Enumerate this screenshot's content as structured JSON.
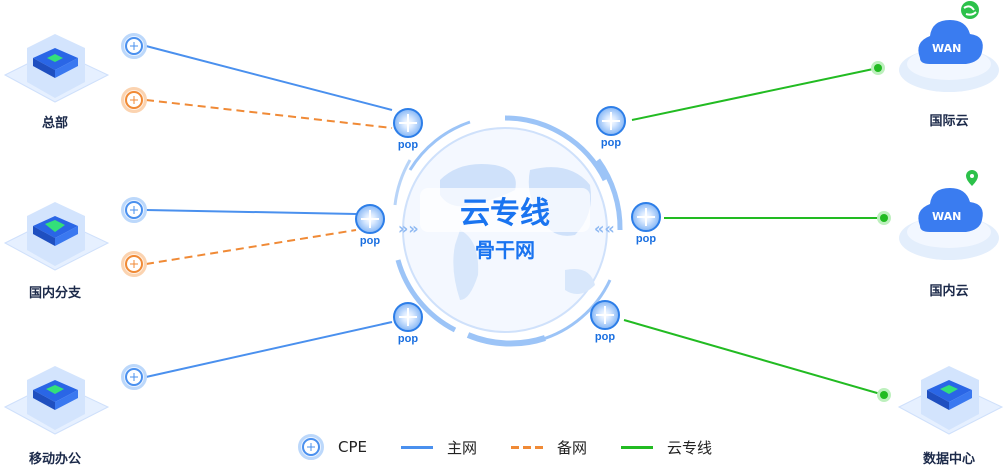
{
  "diagram": {
    "core": {
      "title": "云专线",
      "subtitle": "骨干网"
    },
    "left_nodes": [
      {
        "label": "总部",
        "links": [
          "主网",
          "备网"
        ]
      },
      {
        "label": "国内分支",
        "links": [
          "主网",
          "备网"
        ]
      },
      {
        "label": "移动办公",
        "links": [
          "主网"
        ]
      }
    ],
    "right_nodes": [
      {
        "label": "国际云",
        "badge": "globe-icon"
      },
      {
        "label": "国内云",
        "badge": "location-pin-icon"
      },
      {
        "label": "数据中心",
        "badge": null
      }
    ],
    "cloud_text": "WAN",
    "pop_label": "pop",
    "pop_nodes": [
      "pop",
      "pop",
      "pop",
      "pop",
      "pop",
      "pop"
    ]
  },
  "legend": {
    "cpe": "CPE",
    "main": "主网",
    "backup": "备网",
    "cloud_line": "云专线"
  },
  "colors": {
    "main_line": "#4a90ee",
    "backup_line": "#f08a36",
    "cloud_line": "#22bb22",
    "pop_blue": "#1a6fe0",
    "label_dark": "#1c2a4a"
  }
}
